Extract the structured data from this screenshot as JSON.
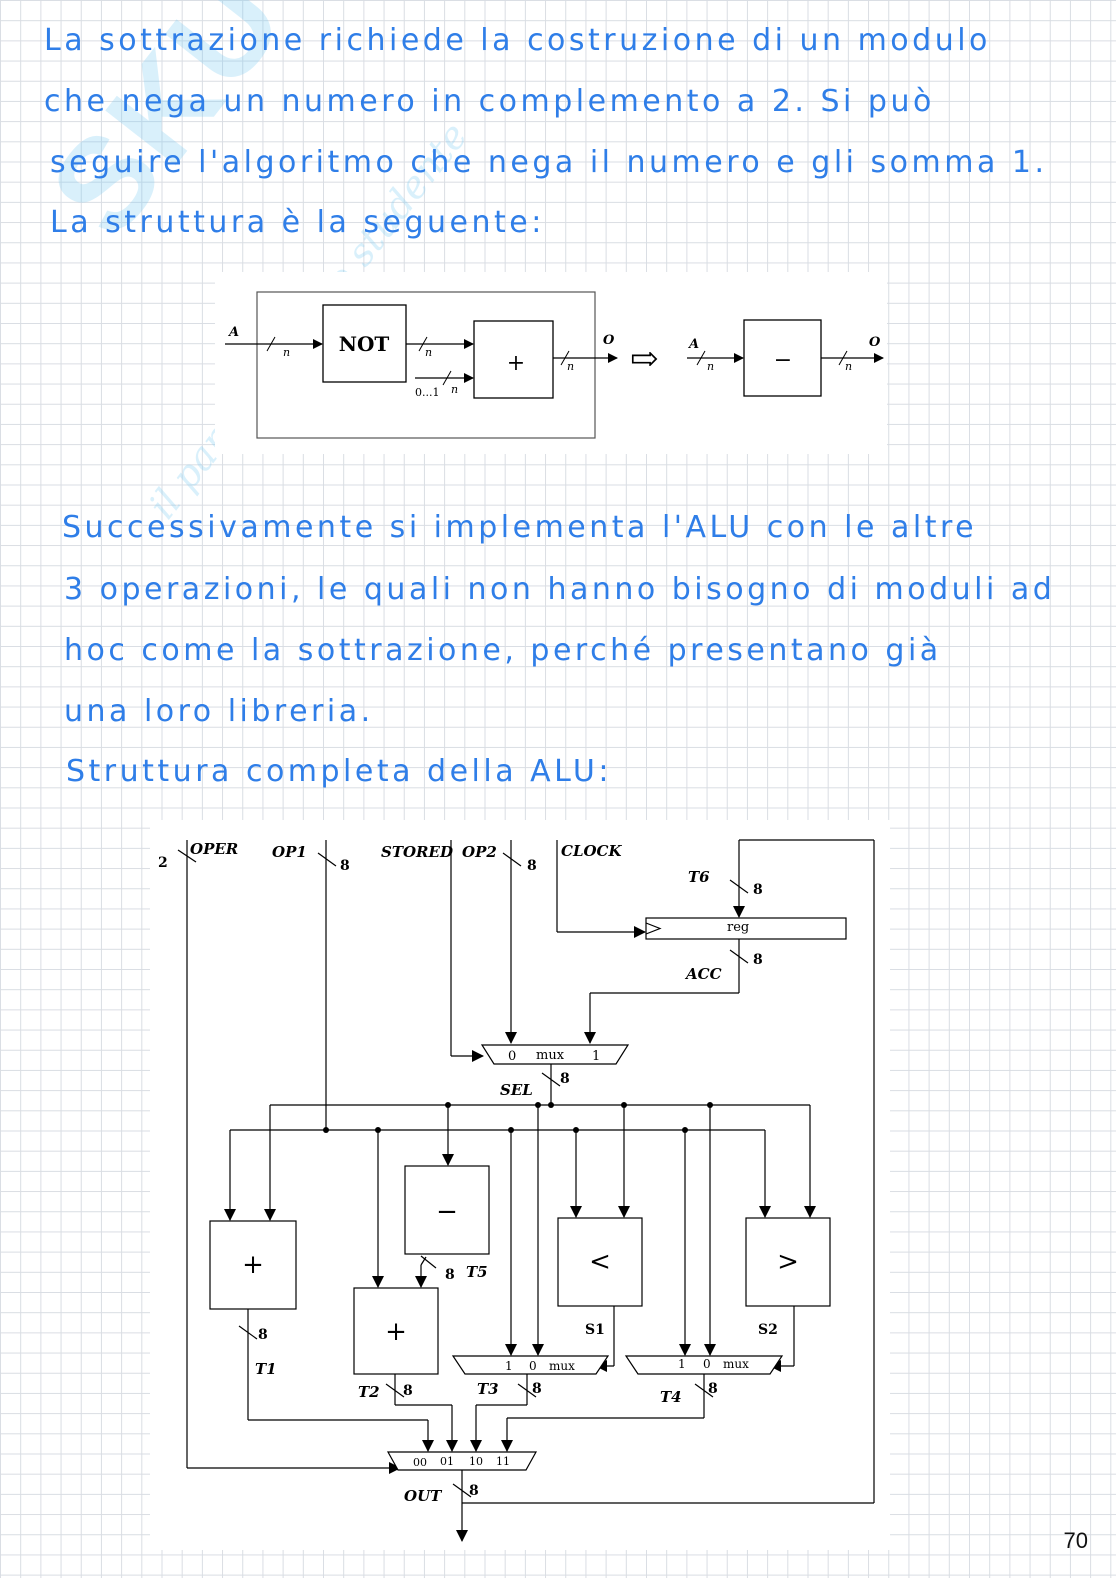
{
  "paragraph1": {
    "line1": "La sottrazione richiede la costruzione di un modulo",
    "line2": "che nega un numero in complemento a 2. Si può",
    "line3": "seguire l'algoritmo che nega il numero e gli somma 1.",
    "line4": "La struttura è la seguente:"
  },
  "figure1": {
    "in_label": "A",
    "not_label": "NOT",
    "bus_n": "n",
    "one_label": "0...1",
    "plus_label": "+",
    "out_label": "O",
    "arrow_glyph": "⇨",
    "sub_label": "−"
  },
  "paragraph2": {
    "line1": "Successivamente si implementa l'ALU con le altre",
    "line2": "3 operazioni, le quali non hanno bisogno di moduli ad",
    "line3": "hoc come la sottrazione, perché presentano già",
    "line4": "una loro libreria.",
    "line5": "Struttura completa della ALU:"
  },
  "figure2": {
    "oper": "OPER",
    "oper_width": "2",
    "op1": "OP1",
    "stored": "STORED",
    "op2": "OP2",
    "clock": "CLOCK",
    "t6": "T6",
    "reg": "reg",
    "acc": "ACC",
    "mux": "mux",
    "zero": "0",
    "one": "1",
    "sel": "SEL",
    "eight": "8",
    "plus": "+",
    "minus": "−",
    "less": "<",
    "greater": ">",
    "t1": "T1",
    "t2": "T2",
    "t3": "T3",
    "t4": "T4",
    "t5": "T5",
    "s1": "S1",
    "s2": "S2",
    "sel00": "00",
    "sel01": "01",
    "sel10": "10",
    "sel11": "11",
    "out": "OUT"
  },
  "page_number": "70",
  "watermark": {
    "brand": "SKUOLA.net",
    "tagline": "il paradiso dello studente"
  }
}
